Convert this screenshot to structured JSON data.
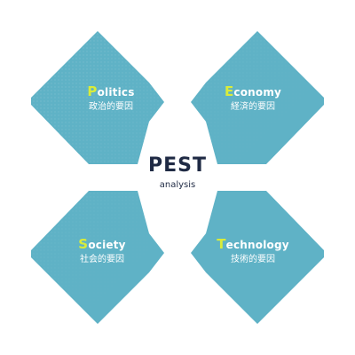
{
  "center": {
    "title": "PEST",
    "subtitle": "analysis"
  },
  "factors": [
    {
      "initial": "P",
      "rest": "olitics",
      "sub": "政治的要因"
    },
    {
      "initial": "E",
      "rest": "conomy",
      "sub": "経済的要因"
    },
    {
      "initial": "S",
      "rest": "ociety",
      "sub": "社会的要因"
    },
    {
      "initial": "T",
      "rest": "echnology",
      "sub": "技術的要因"
    }
  ],
  "colors": {
    "arrow": "#5fb2c6",
    "initial": "#d9ec3a",
    "center_text": "#1f2a44"
  }
}
